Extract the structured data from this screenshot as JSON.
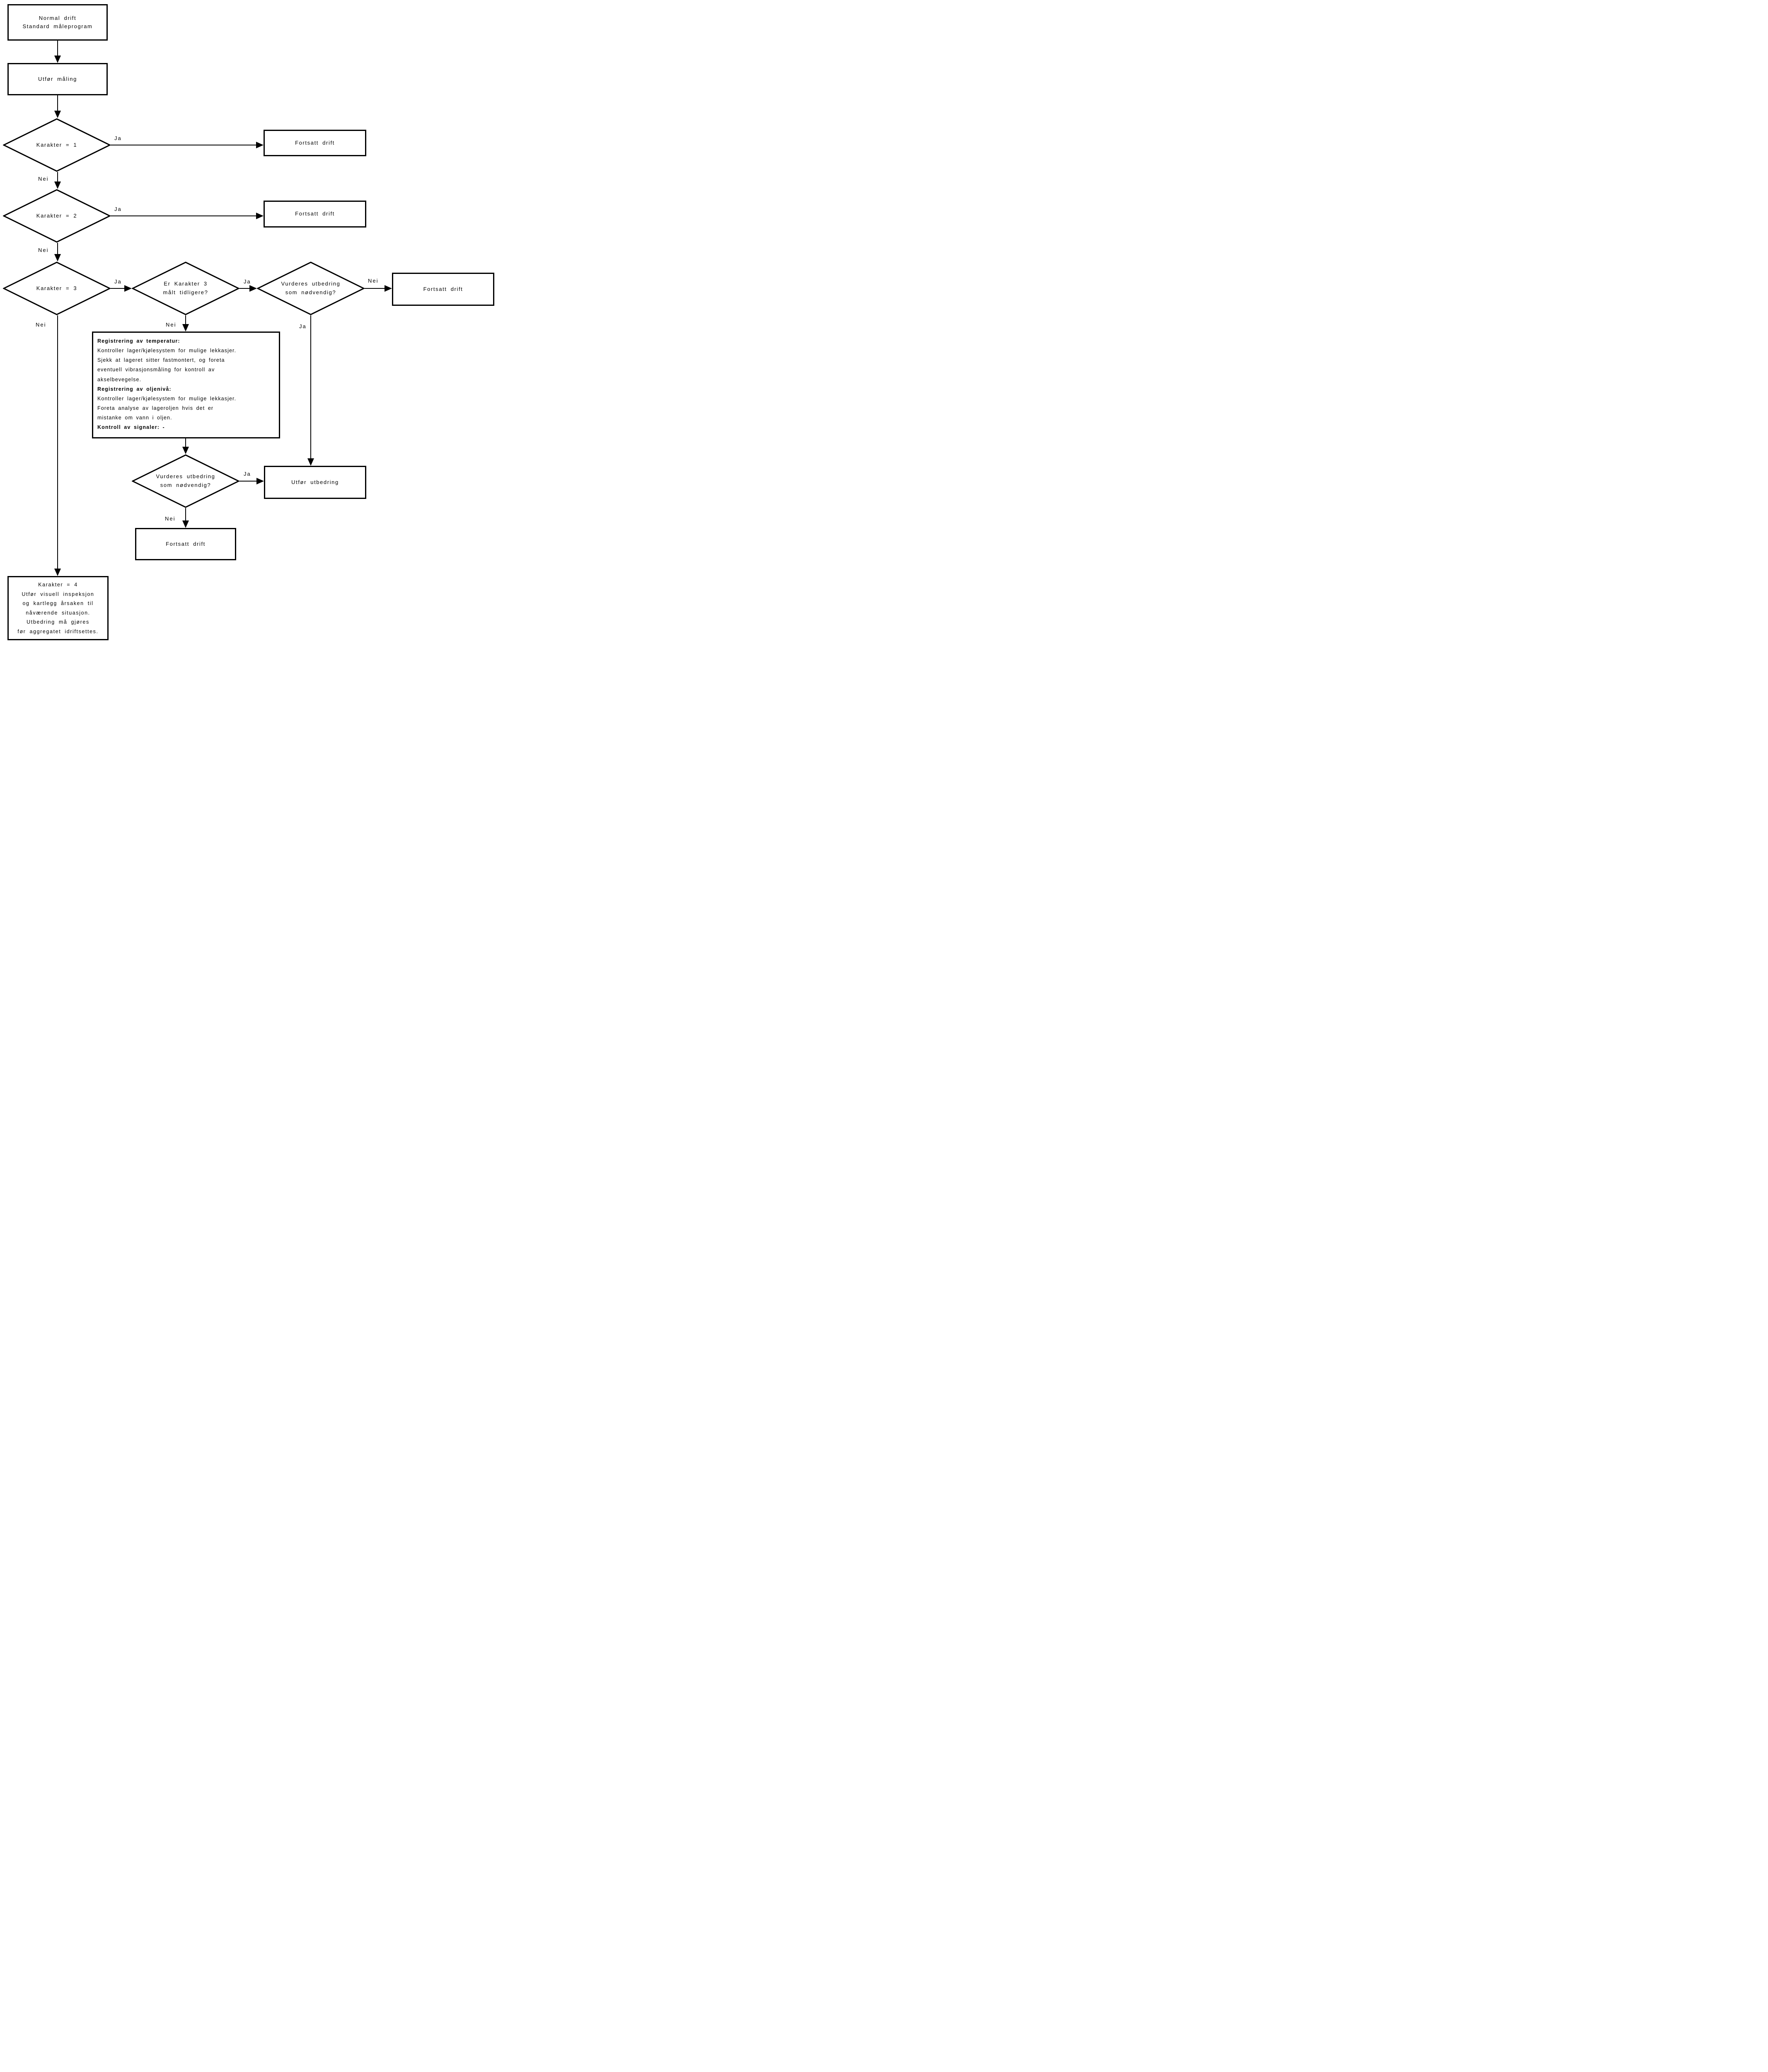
{
  "nodes": {
    "start": {
      "line1": "Normal drift",
      "line2": "Standard måleprogram"
    },
    "measure": {
      "label": "Utfør måling"
    },
    "d1": {
      "label": "Karakter = 1"
    },
    "d2": {
      "label": "Karakter = 2"
    },
    "d3": {
      "label": "Karakter = 3"
    },
    "d4": {
      "line1": "Er Karakter 3",
      "line2": "målt tidligere?"
    },
    "d5": {
      "line1": "Vurderes utbedring",
      "line2": "som nødvendig?"
    },
    "d6": {
      "line1": "Vurderes utbedring",
      "line2": "som nødvendig?"
    },
    "continue1": {
      "label": "Fortsatt drift"
    },
    "continue2": {
      "label": "Fortsatt drift"
    },
    "continue3": {
      "label": "Fortsatt drift"
    },
    "continue4": {
      "label": "Fortsatt drift"
    },
    "perform_fix": {
      "label": "Utfør utbedring"
    },
    "actions": {
      "lines": [
        {
          "text": "Registrering av temperatur:"
        },
        {
          "text": "Kontroller lager/kjølesystem for mulige lekkasjer."
        },
        {
          "text": "Sjekk at lageret sitter fastmontert, og foreta"
        },
        {
          "text": "eventuell vibrasjonsmåling for kontroll av"
        },
        {
          "text": "akselbevegelse."
        },
        {
          "text": "Registrering av oljenivå:"
        },
        {
          "text": "Kontroller lager/kjølesystem for mulige lekkasjer."
        },
        {
          "text": "Foreta analyse av lageroljen hvis det er"
        },
        {
          "text": "mistanke om vann i oljen."
        },
        {
          "text": "Kontroll av signaler: -"
        }
      ]
    },
    "k4": {
      "lines": [
        "Karakter = 4",
        "Utfør visuell inspeksjon",
        "og kartlegg årsaken til",
        "nåværende situasjon.",
        "Utbedring må gjøres",
        "før aggregatet idriftsettes."
      ]
    }
  },
  "labels": {
    "ja": "Ja",
    "nei": "Nei"
  },
  "colors": {
    "line": "#000000",
    "background": "#ffffff"
  }
}
